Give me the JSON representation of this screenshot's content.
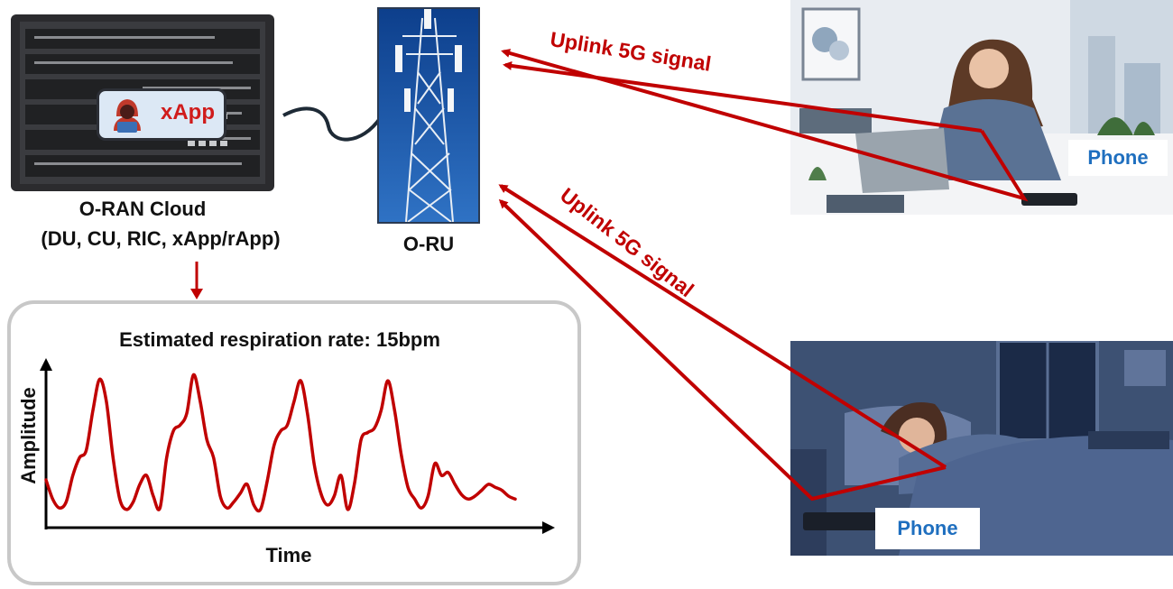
{
  "cloud": {
    "title": "O-RAN Cloud",
    "subtitle": "(DU, CU, RIC, xApp/rApp)",
    "xapp_label": "xApp"
  },
  "oru": {
    "label": "O-RU"
  },
  "signals": {
    "upper": "Uplink 5G signal",
    "lower": "Uplink 5G signal"
  },
  "phones": {
    "office": "Phone",
    "bedroom": "Phone"
  },
  "respiration": {
    "title": "Estimated respiration rate: 15bpm",
    "xlabel": "Time",
    "ylabel": "Amplitude"
  },
  "colors": {
    "signal": "#c00000",
    "phone_label": "#1f6fbf",
    "box_border": "#c8c8c8"
  },
  "chart_data": {
    "type": "line",
    "title": "Estimated respiration rate: 15bpm",
    "xlabel": "Time",
    "ylabel": "Amplitude",
    "series": [
      {
        "x": [
          0,
          1,
          2,
          3,
          4,
          5,
          6,
          7,
          8,
          9,
          10,
          11,
          12,
          13,
          14,
          15,
          16,
          17,
          18,
          19,
          20,
          21,
          22,
          23,
          24,
          25,
          26,
          27,
          28,
          29,
          30,
          31,
          32,
          33,
          34,
          35,
          36,
          37,
          38,
          39,
          40,
          41,
          42,
          43,
          44,
          45,
          46,
          47,
          48,
          49,
          50,
          51,
          52,
          53,
          54,
          55,
          56,
          57,
          58,
          59,
          60,
          61,
          62,
          63,
          64,
          65,
          66,
          67,
          68,
          69,
          70
        ],
        "values": [
          0.25,
          0.12,
          0.06,
          0.1,
          0.28,
          0.4,
          0.45,
          0.72,
          0.93,
          0.78,
          0.4,
          0.12,
          0.05,
          0.1,
          0.22,
          0.28,
          0.14,
          0.06,
          0.4,
          0.58,
          0.62,
          0.7,
          0.96,
          0.78,
          0.52,
          0.4,
          0.14,
          0.06,
          0.1,
          0.16,
          0.22,
          0.08,
          0.05,
          0.24,
          0.48,
          0.58,
          0.62,
          0.78,
          0.92,
          0.7,
          0.36,
          0.16,
          0.08,
          0.14,
          0.28,
          0.05,
          0.22,
          0.52,
          0.57,
          0.6,
          0.72,
          0.92,
          0.72,
          0.42,
          0.2,
          0.12,
          0.06,
          0.14,
          0.36,
          0.28,
          0.3,
          0.22,
          0.15,
          0.12,
          0.14,
          0.18,
          0.22,
          0.2,
          0.18,
          0.14,
          0.12
        ]
      }
    ]
  }
}
